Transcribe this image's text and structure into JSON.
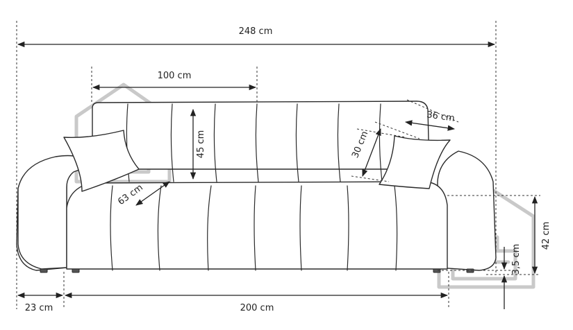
{
  "diagram": {
    "dimensions": {
      "overall_width": "248 cm",
      "seat_section_width": "100 cm",
      "backrest_height": "45 cm",
      "seat_depth": "63 cm",
      "pillow_height": "30 cm",
      "pillow_width": "36 cm",
      "total_height": "42 cm",
      "leg_height": "3,5 cm",
      "armrest_width": "23 cm",
      "seat_width": "200 cm"
    },
    "colors": {
      "line": "#2a2a2a",
      "watermark": "#c9c9c9",
      "background": "#ffffff"
    },
    "watermark_icon": "house-sofa-logo"
  }
}
